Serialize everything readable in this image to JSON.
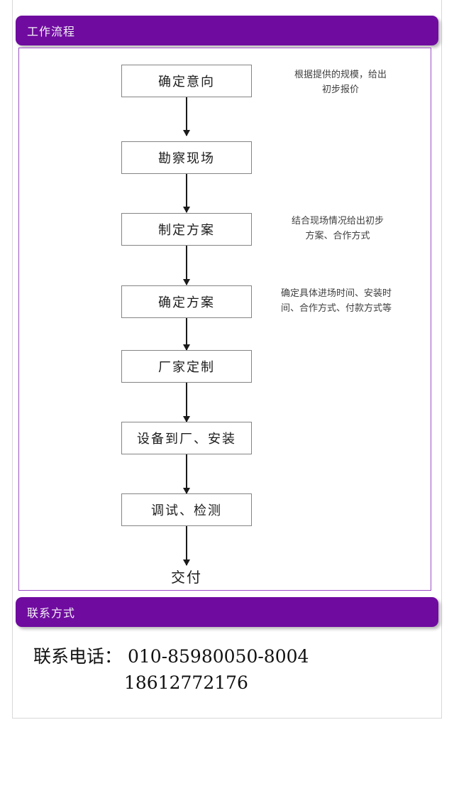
{
  "sections": {
    "workflow": {
      "title": "工作流程"
    },
    "contact": {
      "title": "联系方式"
    }
  },
  "flowchart": {
    "nodes": [
      {
        "label": "确定意向"
      },
      {
        "label": "勘察现场"
      },
      {
        "label": "制定方案"
      },
      {
        "label": "确定方案"
      },
      {
        "label": "厂家定制"
      },
      {
        "label": "设备到厂、安装"
      },
      {
        "label": "调试、检测"
      }
    ],
    "terminal": {
      "label": "交付"
    },
    "annotations": [
      {
        "text": "根据提供的规模，给出\n初步报价"
      },
      {
        "text": "结合现场情况给出初步\n方案、合作方式"
      },
      {
        "text": "确定具体进场时间、安装时\n间、合作方式、付款方式等"
      }
    ]
  },
  "contact": {
    "phone_label_line": "联系电话： 010-85980050-8004",
    "phone_line_2": "18612772176"
  },
  "colors": {
    "accent_purple": "#6f0b9f",
    "container_border": "#9b4fc4",
    "node_border": "#848484",
    "page_border": "#d8d8d8"
  }
}
